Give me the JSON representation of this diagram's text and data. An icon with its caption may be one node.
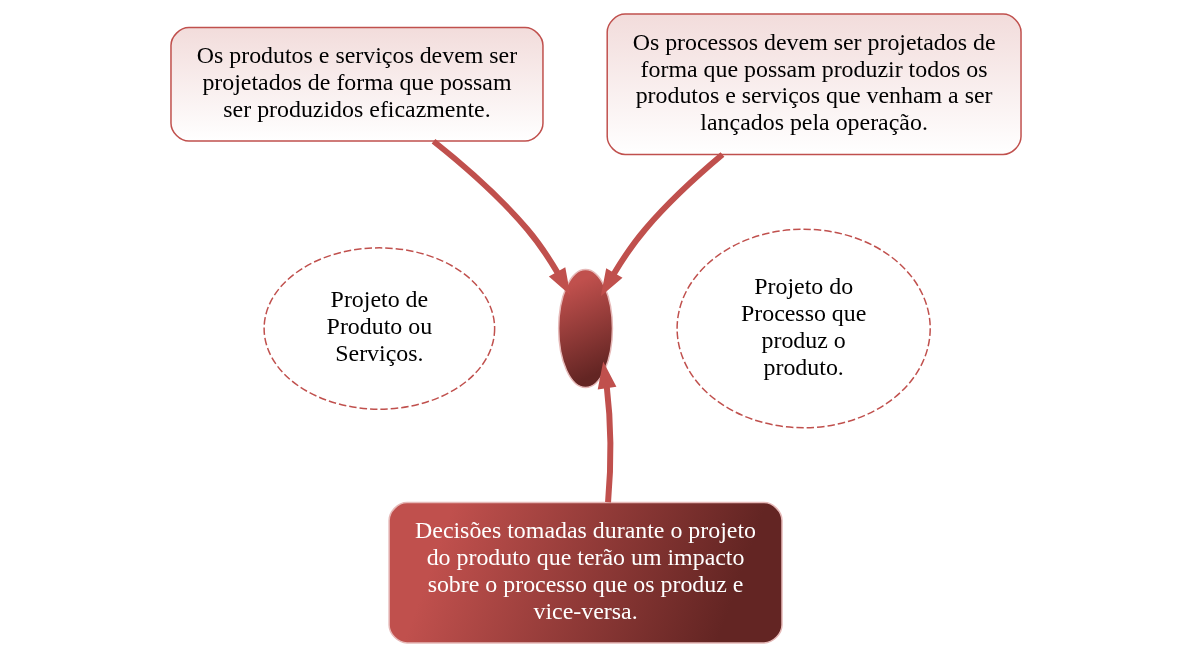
{
  "diagram": {
    "nodes": [
      {
        "text": [
          "Os produtos e serviços devem ser projetados de forma que possam ser produzidos eficazmente."
        ]
      },
      {
        "text": [
          "Os processos devem ser projetados de forma que possam produzir todos os produtos e serviços que venham a ser lançados pela operação."
        ]
      },
      {
        "text": [
          "Projeto de Produto ou Serviços."
        ]
      },
      {
        "text": [
          "Projeto do Processo que produz o produto."
        ]
      },
      {
        "text": [],
        "shape": "ellipse"
      },
      {
        "text": [
          "Decisões tomadas durante o projeto do produto que terão um impacto sobre o processo que os produz e vice-versa."
        ]
      }
    ],
    "edges": [
      {
        "from": 0,
        "to": 4,
        "arrow": "to"
      },
      {
        "from": 1,
        "to": 4,
        "arrow": "to"
      },
      {
        "from": 5,
        "to": 4,
        "arrow": "to"
      }
    ]
  }
}
